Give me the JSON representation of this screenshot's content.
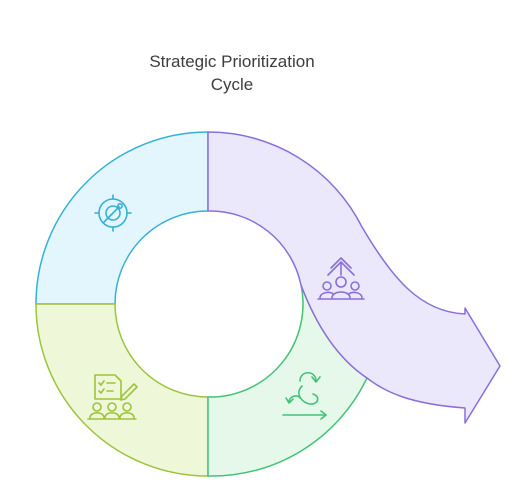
{
  "title": {
    "line1": "Strategic Prioritization",
    "line2": "Cycle"
  },
  "segments": [
    {
      "name": "top-left",
      "icon": "target-gauge-icon",
      "fill": "#e4f6fd",
      "stroke": "#35b1d6"
    },
    {
      "name": "top-right-arrow",
      "icon": "team-rising-arrow-icon",
      "fill": "#ece8fb",
      "stroke": "#8a6fdc"
    },
    {
      "name": "bottom-right",
      "icon": "circular-cycle-arrow-icon",
      "fill": "#e5f8ea",
      "stroke": "#43c277"
    },
    {
      "name": "bottom-left",
      "icon": "checklist-team-icon",
      "fill": "#eff7d9",
      "stroke": "#9dc43d"
    }
  ]
}
